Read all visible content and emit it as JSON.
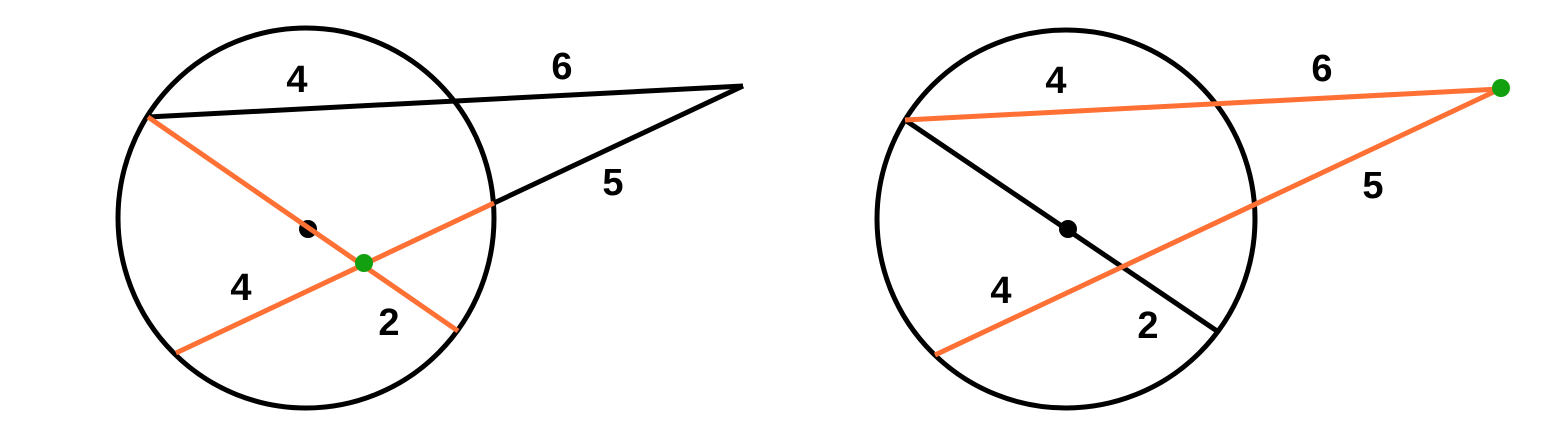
{
  "colors": {
    "stroke": "#000000",
    "highlight": "#ff7035",
    "point": "#13a010"
  },
  "left_figure": {
    "labels": {
      "chord_outside_top": "4",
      "secant_external_top": "6",
      "secant_external_bottom": "5",
      "chord_inside_left": "4",
      "chord_inside_right": "2"
    }
  },
  "right_figure": {
    "labels": {
      "chord_outside_top": "4",
      "secant_external_top": "6",
      "secant_external_bottom": "5",
      "chord_inside_left": "4",
      "chord_inside_right": "2"
    }
  }
}
